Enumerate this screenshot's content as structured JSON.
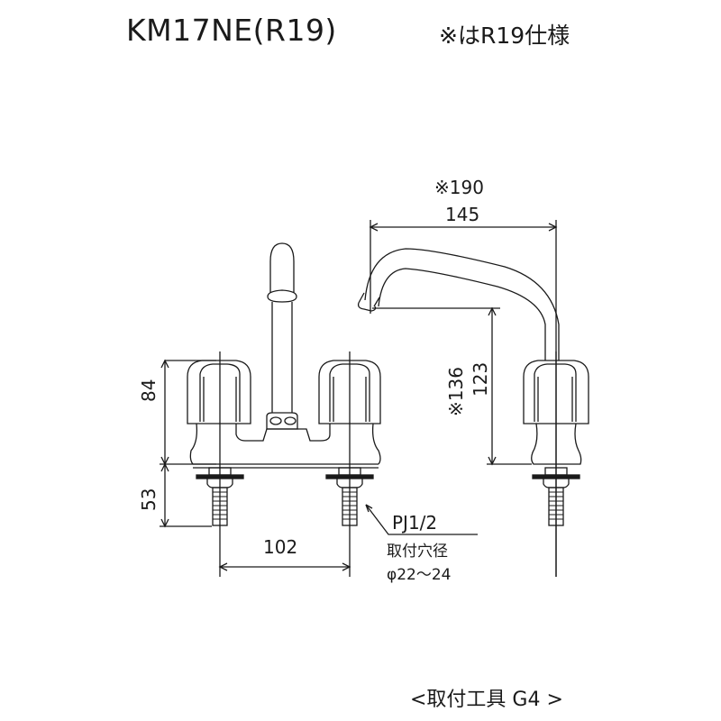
{
  "header": {
    "model": "KM17NE(R19)",
    "note": "※はR19仕様"
  },
  "dimensions": {
    "spout_reach_r19": "※190",
    "spout_reach": "145",
    "handle_height": "84",
    "shank_length": "53",
    "spout_height_r19": "※136",
    "spout_height": "123",
    "center_distance": "102"
  },
  "annotations": {
    "thread": "PJ1/2",
    "mounting_hole_label": "取付穴径",
    "mounting_hole_size": "φ22～24"
  },
  "footer": {
    "mounting_tool": "<取付工具 G4 >"
  },
  "colors": {
    "line": "#1a1a1a",
    "background": "#ffffff"
  }
}
